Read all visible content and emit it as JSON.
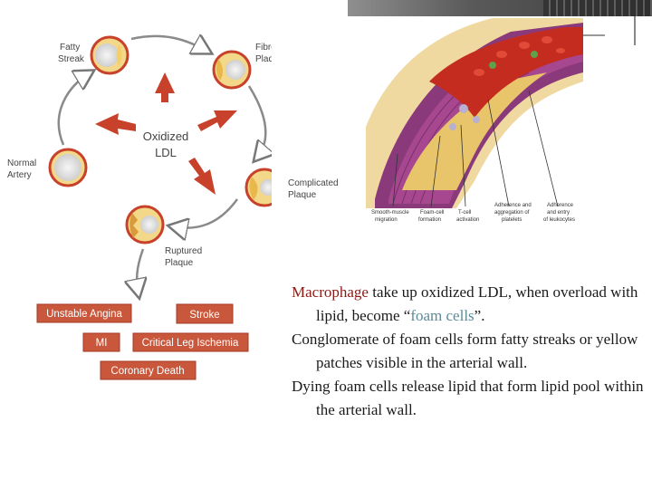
{
  "cycle": {
    "center_label_line1": "Oxidized",
    "center_label_line2": "LDL",
    "stages": {
      "fatty_streak": [
        "Fatty",
        "Streak"
      ],
      "fibrous_plaque": [
        "Fibrots",
        "Plaque"
      ],
      "normal_artery": [
        "Normal",
        "Artery"
      ],
      "complicated_plaque": [
        "Complicated",
        "Plaque"
      ],
      "ruptured_plaque": [
        "Ruptured",
        "Plaque"
      ]
    }
  },
  "outcomes": {
    "unstable_angina": "Unstable Angina",
    "stroke": "Stroke",
    "mi": "MI",
    "critical_leg_ischemia": "Critical Leg Ischemia",
    "coronary_death": "Coronary Death"
  },
  "artery_labels": {
    "smooth_muscle": [
      "Smooth-muscle",
      "migration"
    ],
    "foam_cell": [
      "Foam-cell",
      "formation"
    ],
    "t_cell": [
      "T-cell",
      "activation"
    ],
    "platelets": [
      "Adherence and",
      "aggregation of",
      "platelets"
    ],
    "leukocytes": [
      "Adherence",
      "and entry",
      "of leukocytes"
    ]
  },
  "caption": {
    "p1_term": "Macrophage",
    "p1_mid": " take up oxidized LDL, when overload with lipid, become “",
    "p1_term2": "foam cells",
    "p1_end": "”.",
    "p2": "Conglomerate of foam cells form fatty streaks or yellow patches visible in the arterial wall.",
    "p3": "Dying foam cells release lipid that form lipid pool within the arterial wall."
  },
  "colors": {
    "accent_red": "#c8412a",
    "outcome_box": "#c9573b",
    "plaque_yellow": "#f3cf6c",
    "artery_red": "#c42c1f",
    "artery_purple": "#8a3a7a"
  }
}
